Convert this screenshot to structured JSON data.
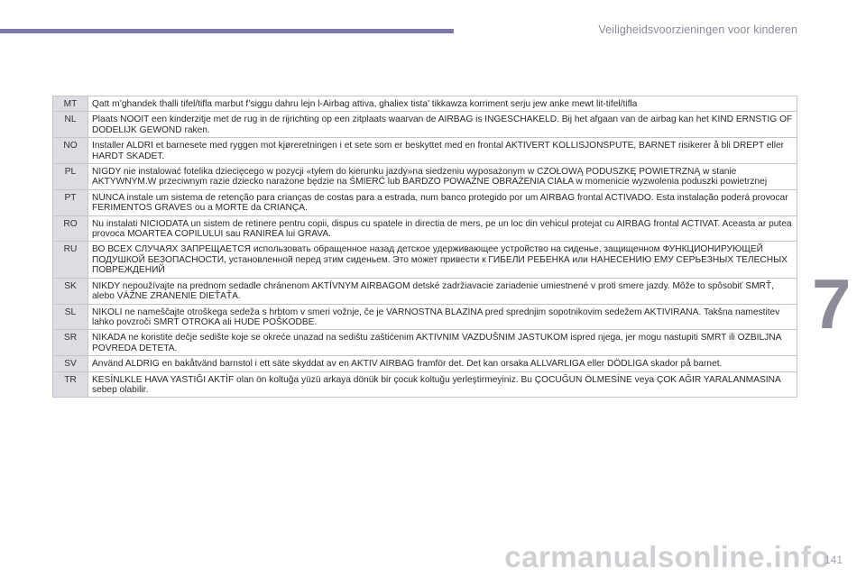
{
  "header": {
    "title": "Veiligheidsvoorzieningen voor kinderen",
    "accent_color": "#7d7ba6"
  },
  "chapter": {
    "number": "7"
  },
  "warnings": [
    {
      "code": "MT",
      "text": "Qatt m’ghandek thalli tifel/tifla marbut f’siggu dahru lejn l-Airbag attiva, ghaliex tista’ tikkawza korriment serju jew anke mewt lit-tifel/tifla"
    },
    {
      "code": "NL",
      "text": "Plaats NOOIT een kinderzitje met de rug in de rijrichting op een zitplaats waarvan de AIRBAG is INGESCHAKELD. Bij het afgaan van de airbag kan het KIND ERNSTIG OF DODELIJK GEWOND raken."
    },
    {
      "code": "NO",
      "text": "Installer ALDRI et barnesete med ryggen mot kjøreretningen i et sete som er beskyttet med en frontal  AKTIVERT KOLLISJONSPUTE, BARNET risikerer å bli DREPT eller HARDT SKADET."
    },
    {
      "code": "PL",
      "text": "NIGDY nie instalować fotelika dziecięcego w pozycji «tyłem do kierunku jazdy»na siedzeniu wyposażonym w  CZOŁOWĄ PODUSZKĘ POWIETRZNĄ w stanie AKTYWNYM.W przeciwnym razie dziecko narażone będzie na ŚMIERĆ lub BARDZO POWAŻNE OBRAŻENIA CIAŁA w momenicie wyzwolenia poduszki powietrznej"
    },
    {
      "code": "PT",
      "text": "NUNCA instale um sistema de retenção para crianças de costas para a estrada, num banco protegido por um AIRBAG frontal ACTIVADO. Esta instalação poderá provocar FERIMENTOS GRAVES ou a MORTE da CRIANÇA."
    },
    {
      "code": "RO",
      "text": "Nu instalati NICIODATA un sistem de retinere pentru copii, dispus cu spatele in directia de mers, pe un loc din vehicul protejat cu AIRBAG frontal ACTIVAT. Aceasta ar putea provoca MOARTEA COPILULUI sau RANIREA lui GRAVA."
    },
    {
      "code": "RU",
      "text": "ВО ВСЕХ СЛУЧАЯХ ЗАПРЕЩАЕТСЯ использовать обращенное назад детское удерживающее устройство на сиденье, защищенном ФУНКЦИОНИРУЮЩЕЙ ПОДУШКОЙ БЕЗОПАСНОСТИ, установленной перед этим сиденьем. Это может привести к ГИБЕЛИ РЕБЕНКА или НАНЕСЕНИЮ ЕМУ СЕРЬЕЗНЫХ ТЕЛЕСНЫХ ПОВРЕЖДЕНИЙ"
    },
    {
      "code": "SK",
      "text": "NIKDY nepoužívajte na prednom sedadle chránenom AKTÍVNYM AIRBAGOM detské zadržiavacie zariadenie umiestnené v proti smere jazdy. Môže to spôsobiť SMRŤ, alebo VÁŽNE ZRANENIE DIEŤAŤA."
    },
    {
      "code": "SL",
      "text": "NIKOLI ne nameščajte otroškega sedeža s hrbtom v smeri vožnje, če je VARNOSTNA BLAZINA pred sprednjim sopotnikovim sedežem AKTIVIRANA. Takšna namestitev lahko povzroči SMRT OTROKA ali HUDE POŠKODBE."
    },
    {
      "code": "SR",
      "text": "NIKADA ne koristite dečje sedište koje se okreće unazad na sedištu zaštićenim AKTIVNIM VAZDUŠNIM JASTUKOM ispred njega, jer mogu nastupiti SMRT ili OZBILJNA POVREDA DETETA."
    },
    {
      "code": "SV",
      "text": "Använd ALDRIG en bakåtvänd barnstol i ett säte skyddat av en AKTIV AIRBAG framför det. Det kan orsaka ALLVARLIGA eller DÖDLIGA skador på barnet."
    },
    {
      "code": "TR",
      "text": "KESİNLKLE HAVA YASTIĞI AKTİF olan ön koltuğa yüzü arkaya dönük bir çocuk koltuğu yerleştirmeyiniz. Bu ÇOCUĞUN ÖLMESİNE veya ÇOK AĞIR YARALANMASINA sebep olabilir."
    }
  ],
  "footer": {
    "page_number": "141",
    "watermark": "carmanualsonline.info"
  }
}
